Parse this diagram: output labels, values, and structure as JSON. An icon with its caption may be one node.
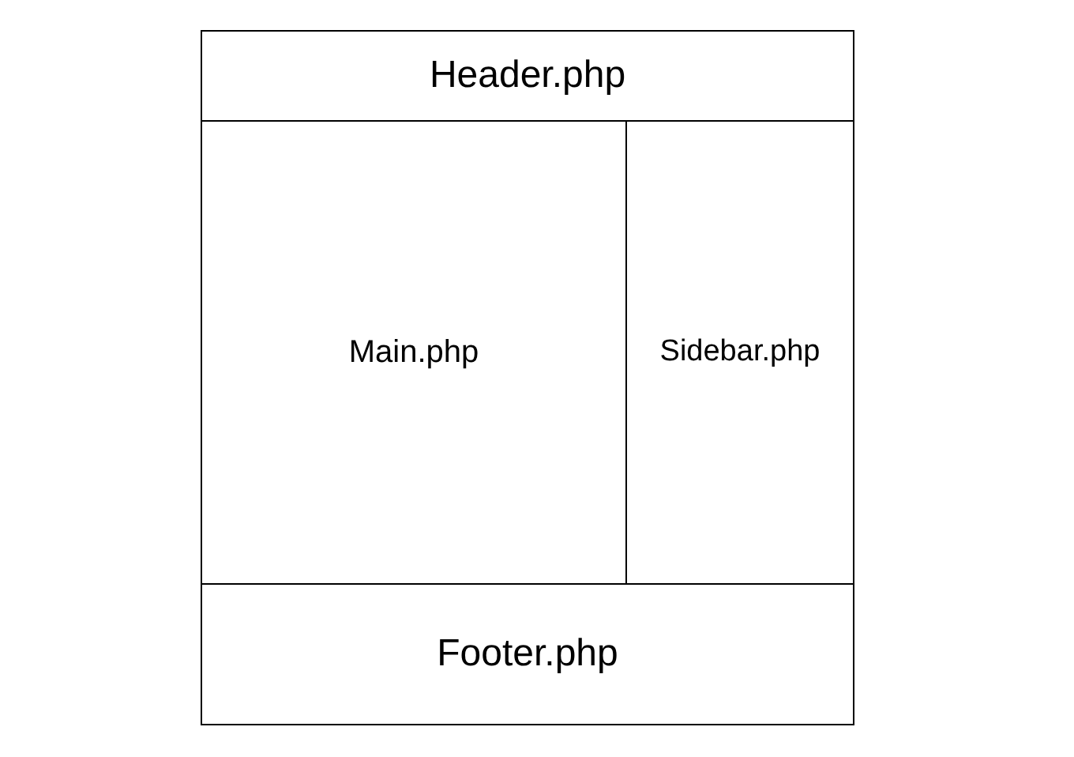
{
  "diagram": {
    "nodes": [
      {
        "text": [
          "Header.php"
        ]
      },
      {
        "text": [
          "Main.php"
        ]
      },
      {
        "text": [
          "Sidebar.php"
        ]
      },
      {
        "text": [
          "Footer.php"
        ]
      }
    ]
  }
}
